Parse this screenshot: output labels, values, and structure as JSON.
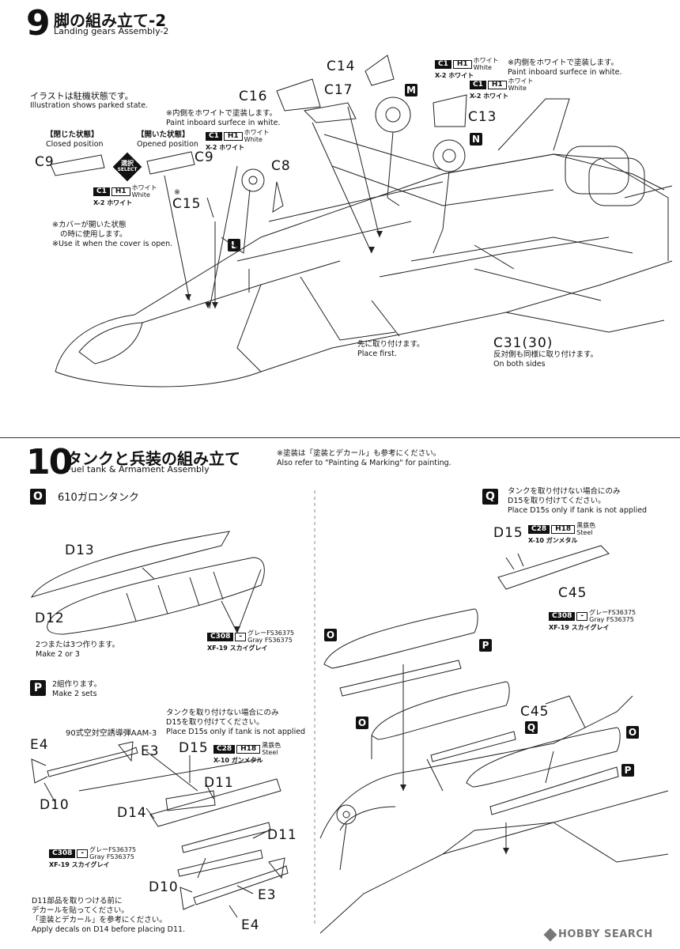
{
  "step9": {
    "number": "9",
    "title_jp": "脚の組み立て-2",
    "title_en": "Landing gears Assembly-2",
    "parked_jp": "イラストは駐機状態です。",
    "parked_en": "Illustration shows parked state.",
    "closed_jp": "【閉じた状態】",
    "closed_en": "Closed position",
    "opened_jp": "【開いた状態】",
    "opened_en": "Opened position",
    "select_jp": "選択",
    "select_en": "SELECT",
    "inboard1_jp": "※内側をホワイトで塗装します。",
    "inboard1_en": "Paint inboard surfece in white.",
    "inboard2_jp": "※内側をホワイトで塗装します。",
    "inboard2_en": "Paint inboard surfece in white.",
    "cover_jp1": "※カバーが開いた状態",
    "cover_jp2": "の時に使用します。",
    "cover_en": "※Use it when the cover is open.",
    "place_first_jp": "先に取り付けます。",
    "place_first_en": "Place first.",
    "both_jp": "反対側も同様に取り付けます。",
    "both_en": "On both sides",
    "parts": {
      "c14": "C14",
      "c17": "C17",
      "c16": "C16",
      "c13": "C13",
      "c9a": "C9",
      "c9b": "C9",
      "c8": "C8",
      "c15": "C15",
      "c31": "C31(30)",
      "asterisk": "※"
    },
    "badges": {
      "m": "M",
      "n": "N",
      "l": "L"
    }
  },
  "paint": {
    "c1": "C1",
    "h1": "H1",
    "white_jp": "ホワイト",
    "white_en": "White",
    "x2": "X-2 ホワイト",
    "c308": "C308",
    "dash": "-",
    "gray_jp": "グレーFS36375",
    "gray_en": "Gray FS36375",
    "xf19": "XF-19 スカイグレイ",
    "c28": "C28",
    "h18": "H18",
    "steel_jp": "黒鉄色",
    "steel_en": "Steel",
    "x10": "X-10 ガンメタル"
  },
  "step10": {
    "number": "10",
    "title_jp": "タンクと兵装の組み立て",
    "title_en": "Fuel tank & Armament Assembly",
    "ref_jp": "※塗装は「塗装とデカール」も参考にください。",
    "ref_en": "Also refer to \"Painting & Marking\" for painting.",
    "o_badge": "O",
    "o_title": "610ガロンタンク",
    "make23_jp": "2つまたは3つ作ります。",
    "make23_en": "Make 2 or 3",
    "p_badge": "P",
    "make2_jp": "2組作ります。",
    "make2_en": "Make 2 sets",
    "aam3": "90式空対空誘導弾AAM-3",
    "notank1_jp": "タンクを取り付けない場合にのみ",
    "notank2_jp": "D15を取り付けてください。",
    "notank_en": "Place D15s only if tank is not applied",
    "q_badge": "Q",
    "q_notank1_jp": "タンクを取り付けない場合にのみ",
    "q_notank2_jp": "D15を取り付けてください。",
    "q_notank_en": "Place D15s only if tank is not applied",
    "decal_jp1": "D11部品を取りつける前に",
    "decal_jp2": "デカールを貼ってください。",
    "decal_jp3": "「塗装とデカール」を参考にください。",
    "decal_en": "Apply decals on D14 before placing D11.",
    "parts": {
      "d13": "D13",
      "d12": "D12",
      "e4a": "E4",
      "e3a": "E3",
      "d15a": "D15",
      "d11a": "D11",
      "d10a": "D10",
      "d14": "D14",
      "d11b": "D11",
      "d10b": "D10",
      "e3b": "E3",
      "e4b": "E4",
      "d15q": "D15",
      "c45a": "C45",
      "c45b": "C45"
    },
    "assembly_badges": {
      "o1": "O",
      "p1": "P",
      "o2": "O",
      "q": "Q",
      "o3": "O",
      "p2": "P"
    }
  },
  "watermark": "HOBBY SEARCH"
}
